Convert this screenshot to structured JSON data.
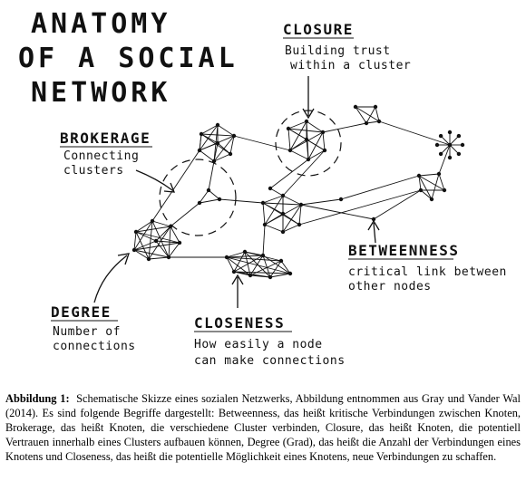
{
  "figure": {
    "title_line1": "ANATOMY",
    "title_line2": "OF A SOCIAL",
    "title_line3": "NETWORK",
    "closure": {
      "title": "CLOSURE",
      "line1": "Building trust",
      "line2": "within a cluster"
    },
    "brokerage": {
      "title": "BROKERAGE",
      "line1": "Connecting",
      "line2": "clusters"
    },
    "betweenness": {
      "title": "BETWEENNESS",
      "line1": "critical link between",
      "line2": "other nodes"
    },
    "degree": {
      "title": "DEGREE",
      "line1": "Number of",
      "line2": "connections"
    },
    "closeness": {
      "title": "CLOSENESS",
      "line1": "How easily a node",
      "line2": "can make connections"
    }
  },
  "caption": {
    "label": "Abbildung 1:",
    "text": "Schematische Skizze eines sozialen Netzwerks, Abbildung entnommen aus Gray und Vander Wal (2014). Es sind folgende Begriffe dargestellt: Betweenness, das heißt kritische Verbindungen zwischen Knoten, Brokerage, das heißt Knoten, die verschiedene Cluster verbinden, Closure, das heißt Knoten, die potentiell Vertrauen innerhalb eines Clusters aufbauen können, Degree (Grad), das heißt die Anzahl der Verbindungen eines Knotens und Closeness, das heißt die potentielle Möglichkeit eines Knotens, neue Verbindungen zu schaffen."
  }
}
